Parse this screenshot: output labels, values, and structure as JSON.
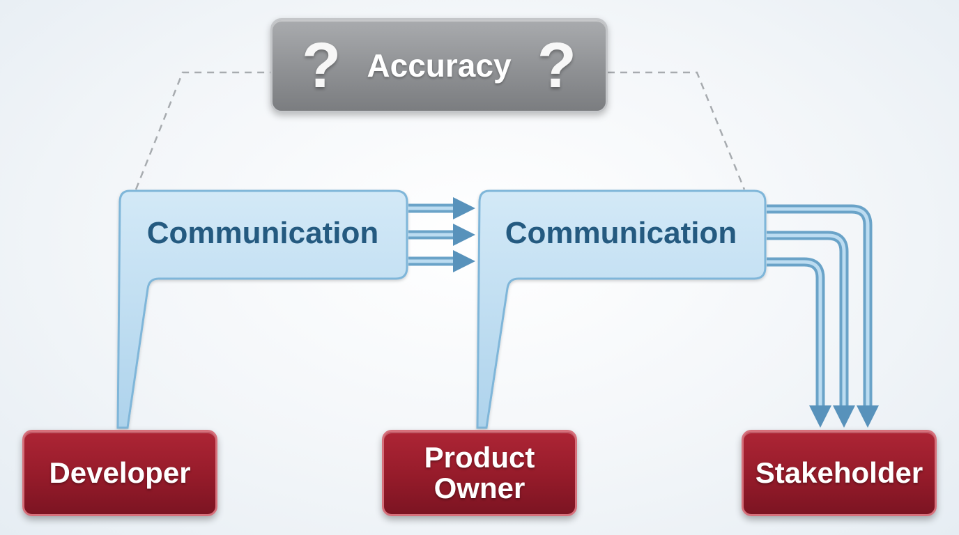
{
  "accuracy": {
    "label": "Accuracy",
    "left_glyph": "?",
    "right_glyph": "?"
  },
  "communication": [
    {
      "label": "Communication"
    },
    {
      "label": "Communication"
    }
  ],
  "roles": {
    "developer": "Developer",
    "product_owner": "Product Owner",
    "stakeholder": "Stakeholder"
  },
  "colors": {
    "bubble_fill": "#bcdcf1",
    "bubble_stroke": "#7fb6d9",
    "bubble_text": "#245a80",
    "arrow": "#4f8db8",
    "role_fill": "#951b2a",
    "accuracy_fill": "#8f9194",
    "dashed_line": "#a7abaf"
  }
}
